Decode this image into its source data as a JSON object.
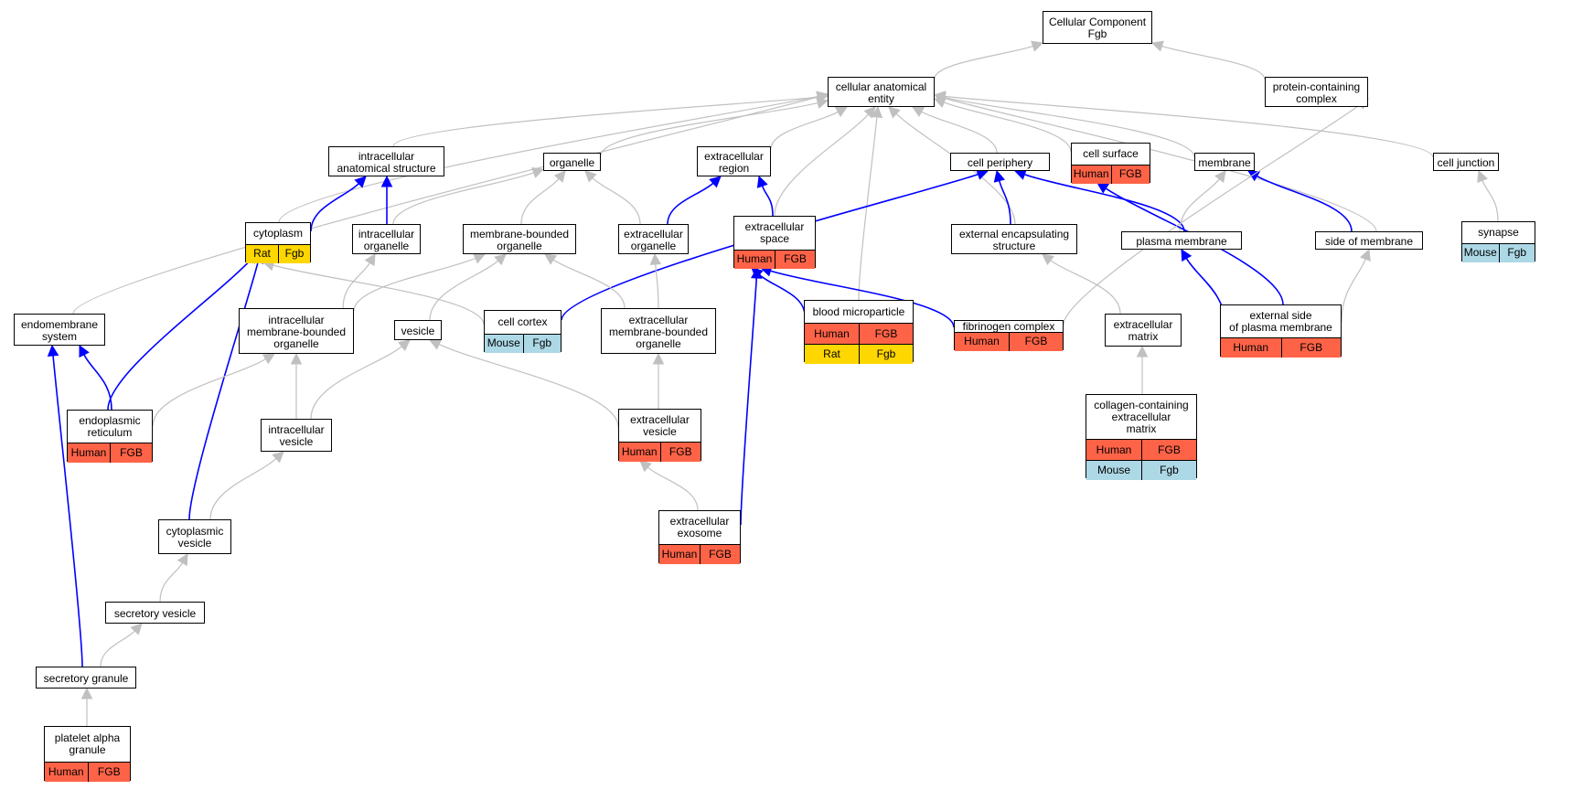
{
  "colors": {
    "is_a_edge": "#c0c0c0",
    "part_of_edge": "#0000ff",
    "human": "#ff6347",
    "rat": "#ffd700",
    "mouse": "#add8e6"
  },
  "nodes": [
    {
      "id": "cc",
      "label": "Cellular Component\nFgb"
    },
    {
      "id": "cae",
      "label": "cellular anatomical\nentity"
    },
    {
      "id": "pcc",
      "label": "protein-containing\ncomplex"
    },
    {
      "id": "ias",
      "label": "intracellular\nanatomical structure"
    },
    {
      "id": "org",
      "label": "organelle"
    },
    {
      "id": "exr",
      "label": "extracellular\nregion"
    },
    {
      "id": "cper",
      "label": "cell periphery"
    },
    {
      "id": "csurf",
      "label": "cell surface",
      "rows": [
        [
          {
            "text": "Human",
            "species": "human"
          },
          {
            "text": "FGB",
            "species": "human"
          }
        ]
      ]
    },
    {
      "id": "mem",
      "label": "membrane"
    },
    {
      "id": "cj",
      "label": "cell junction"
    },
    {
      "id": "cyto",
      "label": "cytoplasm",
      "rows": [
        [
          {
            "text": "Rat",
            "species": "rat"
          },
          {
            "text": "Fgb",
            "species": "rat"
          }
        ]
      ]
    },
    {
      "id": "io",
      "label": "intracellular\norganelle"
    },
    {
      "id": "mbo",
      "label": "membrane-bounded\norganelle"
    },
    {
      "id": "eo",
      "label": "extracellular\norganelle"
    },
    {
      "id": "exs",
      "label": "extracellular\nspace",
      "rows": [
        [
          {
            "text": "Human",
            "species": "human"
          },
          {
            "text": "FGB",
            "species": "human"
          }
        ]
      ]
    },
    {
      "id": "ees",
      "label": "external encapsulating\nstructure"
    },
    {
      "id": "pm",
      "label": "plasma membrane"
    },
    {
      "id": "som",
      "label": "side of membrane"
    },
    {
      "id": "syn",
      "label": "synapse",
      "rows": [
        [
          {
            "text": "Mouse",
            "species": "mouse"
          },
          {
            "text": "Fgb",
            "species": "mouse"
          }
        ]
      ]
    },
    {
      "id": "ems",
      "label": "endomembrane\nsystem"
    },
    {
      "id": "imbo",
      "label": "intracellular\nmembrane-bounded\norganelle"
    },
    {
      "id": "ves",
      "label": "vesicle"
    },
    {
      "id": "cc2",
      "label": "cell cortex",
      "rows": [
        [
          {
            "text": "Mouse",
            "species": "mouse"
          },
          {
            "text": "Fgb",
            "species": "mouse"
          }
        ]
      ]
    },
    {
      "id": "embo",
      "label": "extracellular\nmembrane-bounded\norganelle"
    },
    {
      "id": "bmp",
      "label": "blood microparticle",
      "rows": [
        [
          {
            "text": "Human",
            "species": "human"
          },
          {
            "text": "FGB",
            "species": "human"
          }
        ],
        [
          {
            "text": "Rat",
            "species": "rat"
          },
          {
            "text": "Fgb",
            "species": "rat"
          }
        ]
      ]
    },
    {
      "id": "fibc",
      "label": "fibrinogen complex",
      "rows": [
        [
          {
            "text": "Human",
            "species": "human"
          },
          {
            "text": "FGB",
            "species": "human"
          }
        ]
      ]
    },
    {
      "id": "exm",
      "label": "extracellular\nmatrix"
    },
    {
      "id": "espm",
      "label": "external side\nof plasma membrane",
      "rows": [
        [
          {
            "text": "Human",
            "species": "human"
          },
          {
            "text": "FGB",
            "species": "human"
          }
        ]
      ]
    },
    {
      "id": "er",
      "label": "endoplasmic\nreticulum",
      "rows": [
        [
          {
            "text": "Human",
            "species": "human"
          },
          {
            "text": "FGB",
            "species": "human"
          }
        ]
      ]
    },
    {
      "id": "iv",
      "label": "intracellular\nvesicle"
    },
    {
      "id": "exv",
      "label": "extracellular\nvesicle",
      "rows": [
        [
          {
            "text": "Human",
            "species": "human"
          },
          {
            "text": "FGB",
            "species": "human"
          }
        ]
      ]
    },
    {
      "id": "ccem",
      "label": "collagen-containing\nextracellular\nmatrix",
      "rows": [
        [
          {
            "text": "Human",
            "species": "human"
          },
          {
            "text": "FGB",
            "species": "human"
          }
        ],
        [
          {
            "text": "Mouse",
            "species": "mouse"
          },
          {
            "text": "Fgb",
            "species": "mouse"
          }
        ]
      ]
    },
    {
      "id": "exo",
      "label": "extracellular\nexosome",
      "rows": [
        [
          {
            "text": "Human",
            "species": "human"
          },
          {
            "text": "FGB",
            "species": "human"
          }
        ]
      ]
    },
    {
      "id": "cv",
      "label": "cytoplasmic\nvesicle"
    },
    {
      "id": "sv",
      "label": "secretory vesicle"
    },
    {
      "id": "sg",
      "label": "secretory granule"
    },
    {
      "id": "pag",
      "label": "platelet alpha\ngranule",
      "rows": [
        [
          {
            "text": "Human",
            "species": "human"
          },
          {
            "text": "FGB",
            "species": "human"
          }
        ]
      ]
    }
  ],
  "edges": [
    {
      "from": "cae",
      "to": "cc",
      "kind": "is_a"
    },
    {
      "from": "pcc",
      "to": "cc",
      "kind": "is_a"
    },
    {
      "from": "ias",
      "to": "cae",
      "kind": "is_a"
    },
    {
      "from": "org",
      "to": "cae",
      "kind": "is_a"
    },
    {
      "from": "exr",
      "to": "cae",
      "kind": "is_a"
    },
    {
      "from": "cper",
      "to": "cae",
      "kind": "is_a"
    },
    {
      "from": "csurf",
      "to": "cae",
      "kind": "is_a"
    },
    {
      "from": "mem",
      "to": "cae",
      "kind": "is_a"
    },
    {
      "from": "cj",
      "to": "cae",
      "kind": "is_a"
    },
    {
      "from": "cyto",
      "to": "cae",
      "kind": "is_a"
    },
    {
      "from": "ems",
      "to": "cae",
      "kind": "is_a"
    },
    {
      "from": "exs",
      "to": "cae",
      "kind": "is_a"
    },
    {
      "from": "bmp",
      "to": "cae",
      "kind": "is_a"
    },
    {
      "from": "ees",
      "to": "cae",
      "kind": "is_a"
    },
    {
      "from": "som",
      "to": "cae",
      "kind": "is_a"
    },
    {
      "from": "cyto",
      "to": "ias",
      "kind": "part_of"
    },
    {
      "from": "io",
      "to": "ias",
      "kind": "part_of"
    },
    {
      "from": "io",
      "to": "org",
      "kind": "is_a"
    },
    {
      "from": "mbo",
      "to": "org",
      "kind": "is_a"
    },
    {
      "from": "eo",
      "to": "org",
      "kind": "is_a"
    },
    {
      "from": "eo",
      "to": "exr",
      "kind": "part_of"
    },
    {
      "from": "exs",
      "to": "exr",
      "kind": "part_of"
    },
    {
      "from": "ees",
      "to": "cper",
      "kind": "part_of"
    },
    {
      "from": "pm",
      "to": "cper",
      "kind": "part_of"
    },
    {
      "from": "cc2",
      "to": "cper",
      "kind": "part_of"
    },
    {
      "from": "pm",
      "to": "mem",
      "kind": "is_a"
    },
    {
      "from": "som",
      "to": "mem",
      "kind": "part_of"
    },
    {
      "from": "espm",
      "to": "csurf",
      "kind": "part_of"
    },
    {
      "from": "syn",
      "to": "cj",
      "kind": "is_a"
    },
    {
      "from": "fibc",
      "to": "pcc",
      "kind": "is_a"
    },
    {
      "from": "imbo",
      "to": "io",
      "kind": "is_a"
    },
    {
      "from": "imbo",
      "to": "mbo",
      "kind": "is_a"
    },
    {
      "from": "ves",
      "to": "mbo",
      "kind": "is_a"
    },
    {
      "from": "embo",
      "to": "mbo",
      "kind": "is_a"
    },
    {
      "from": "embo",
      "to": "eo",
      "kind": "is_a"
    },
    {
      "from": "cc2",
      "to": "cyto",
      "kind": "is_a"
    },
    {
      "from": "er",
      "to": "cyto",
      "kind": "part_of"
    },
    {
      "from": "cv",
      "to": "cyto",
      "kind": "part_of"
    },
    {
      "from": "er",
      "to": "ems",
      "kind": "part_of"
    },
    {
      "from": "sg",
      "to": "ems",
      "kind": "part_of"
    },
    {
      "from": "er",
      "to": "imbo",
      "kind": "is_a"
    },
    {
      "from": "iv",
      "to": "imbo",
      "kind": "is_a"
    },
    {
      "from": "iv",
      "to": "ves",
      "kind": "is_a"
    },
    {
      "from": "exv",
      "to": "ves",
      "kind": "is_a"
    },
    {
      "from": "exv",
      "to": "embo",
      "kind": "is_a"
    },
    {
      "from": "exo",
      "to": "exv",
      "kind": "is_a"
    },
    {
      "from": "exo",
      "to": "exs",
      "kind": "part_of"
    },
    {
      "from": "bmp",
      "to": "exs",
      "kind": "part_of"
    },
    {
      "from": "fibc",
      "to": "exs",
      "kind": "part_of"
    },
    {
      "from": "exm",
      "to": "ees",
      "kind": "is_a"
    },
    {
      "from": "ccem",
      "to": "exm",
      "kind": "is_a"
    },
    {
      "from": "espm",
      "to": "pm",
      "kind": "part_of"
    },
    {
      "from": "espm",
      "to": "som",
      "kind": "is_a"
    },
    {
      "from": "cv",
      "to": "iv",
      "kind": "is_a"
    },
    {
      "from": "sv",
      "to": "cv",
      "kind": "is_a"
    },
    {
      "from": "sg",
      "to": "sv",
      "kind": "is_a"
    },
    {
      "from": "pag",
      "to": "sg",
      "kind": "is_a"
    }
  ]
}
